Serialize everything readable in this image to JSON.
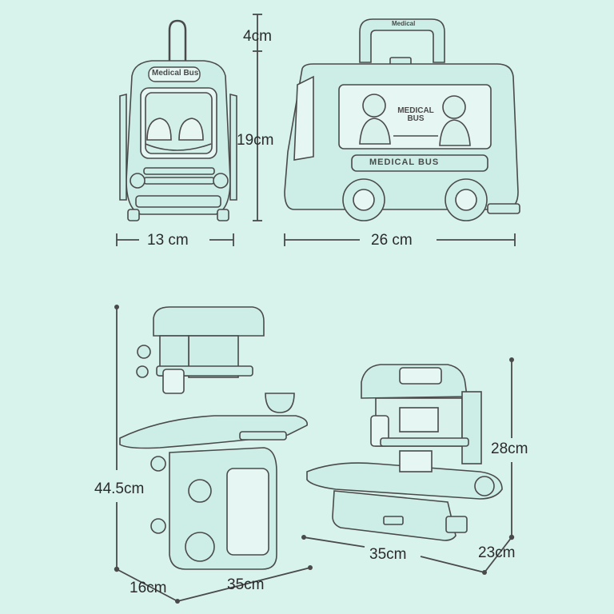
{
  "colors": {
    "background": "#d8f2ec",
    "line": "#4a4a4a",
    "drawing_fill": "#cdeee6"
  },
  "top_views": {
    "front_view": {
      "badge": "Medical Bus",
      "width_label": "13 cm"
    },
    "side_view": {
      "handle_tag": "Medical",
      "panel_title": "MEDICAL BUS",
      "body_title": "MEDICAL BUS",
      "length_label": "26 cm"
    },
    "height_labels": {
      "handle": "4cm",
      "body": "19cm"
    }
  },
  "bottom_views": {
    "tall_station": {
      "height_label": "44.5cm",
      "depth_label": "16cm",
      "width_label": "35cm"
    },
    "open_station": {
      "height_label": "28cm",
      "width_label": "35cm",
      "depth_label": "23cm"
    }
  }
}
